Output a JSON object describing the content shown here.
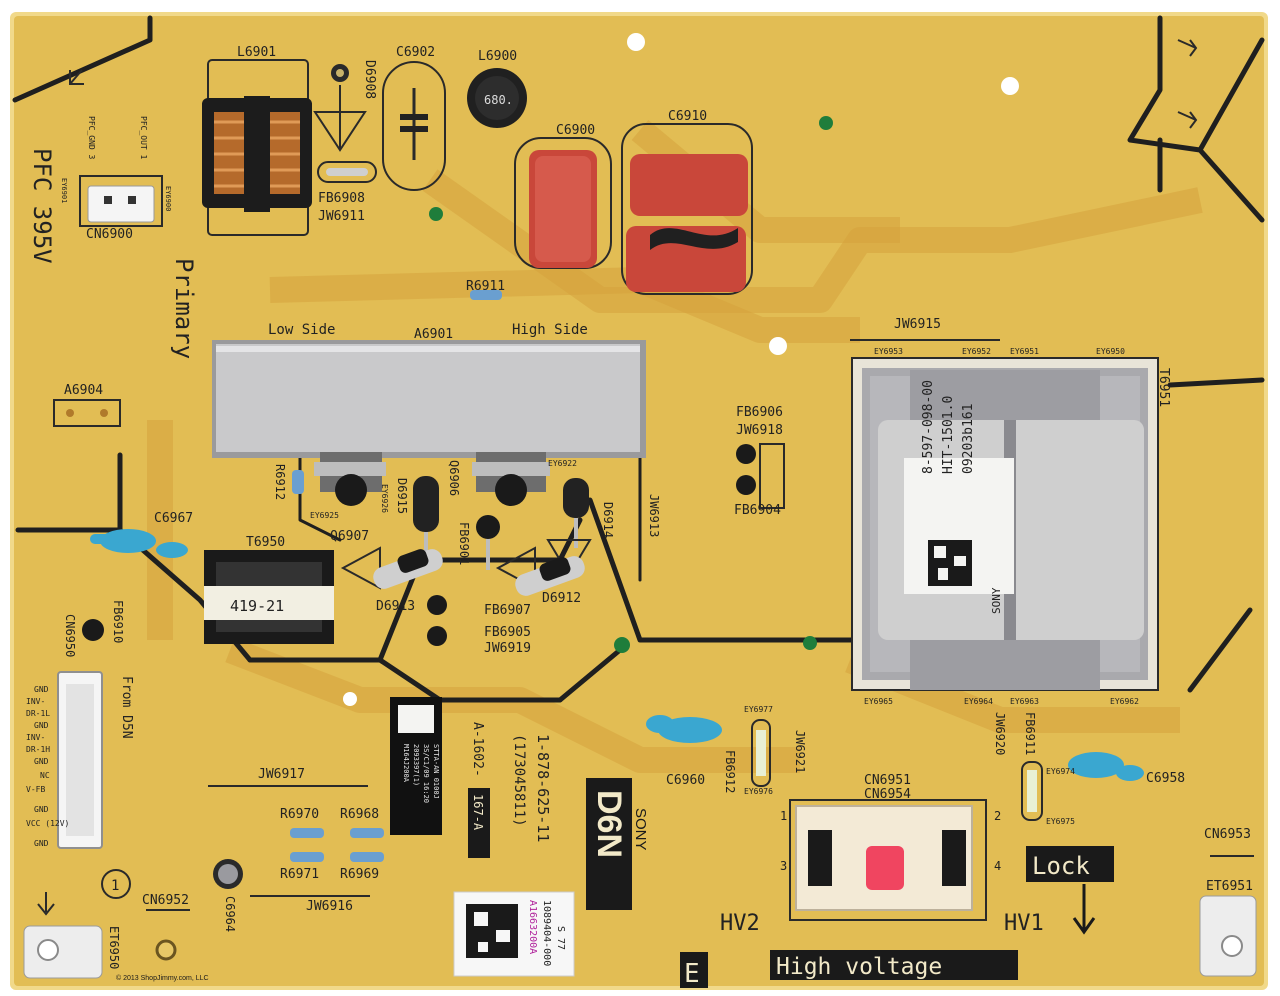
{
  "board": {
    "model_big": "D6N",
    "brand": "SONY",
    "part_number_1": "1-878-625-11",
    "part_number_2": "(173045811)",
    "assembly_prefix": "A-1602-",
    "assembly_suffix": "167-A",
    "sticker_code": "A1663200A",
    "sticker_serial": "1089404-000",
    "sticker_serial_suffix": "S 77",
    "copyright": "© 2013 ShopJimmy.com, LLC",
    "colors": {
      "board": "#e2bd54",
      "board_edge": "#f1d98a",
      "trace": "#1f1f1f",
      "heatsink": "#c9c9cb",
      "transformer_body": "#cfcfcf",
      "transformer_base": "#a9a9ad",
      "capacitor_film": "#c9473a",
      "capacitor_ceramic": "#3aa7d0"
    }
  },
  "silkscreen": {
    "pfc_395v": "PFC 395V",
    "primary": "Primary",
    "low_side": "Low Side",
    "high_side": "High Side",
    "from_d5n": "From D5N",
    "lock": "Lock",
    "high_voltage": "High voltage",
    "hv1": "HV1",
    "hv2": "HV2",
    "pfc_gnd": "PFC_GND 3",
    "pfc_out": "PFC_OUT 1",
    "pin_1": "1",
    "pin_2": "2",
    "pin_3": "3",
    "pin_4": "4",
    "e_mark": "E",
    "circle_one": "1"
  },
  "connector_pins": [
    "GND",
    "INV-",
    "DR-1L",
    "GND",
    "INV-",
    "DR-1H",
    "GND",
    "NC",
    "V-FB",
    "GND",
    "VCC (12V)",
    "GND"
  ],
  "components": {
    "L6901": "L6901",
    "D6908": "D6908",
    "C6902": "C6902",
    "L6900": "L6900",
    "L6900_marking": "680.",
    "C6900": "C6900",
    "C6910": "C6910",
    "FB6908": "FB6908",
    "JW6911": "JW6911",
    "CN6900": "CN6900",
    "EY6901": "EY6901",
    "EY6900": "EY6900",
    "R6911": "R6911",
    "A6901": "A6901",
    "JW6915": "JW6915",
    "A6904": "A6904",
    "T6951": "T6951",
    "EY6953": "EY6953",
    "EY6952": "EY6952",
    "EY6951": "EY6951",
    "EY6950": "EY6950",
    "FB6906": "FB6906",
    "JW6918": "JW6918",
    "FB6904": "FB6904",
    "R6912": "R6912",
    "EY6925": "EY6925",
    "EY6926": "EY6926",
    "EY6922": "EY6922",
    "D6915": "D6915",
    "Q6906": "Q6906",
    "Q6907": "Q6907",
    "FB6901": "FB6901",
    "D6914": "D6914",
    "JW6913": "JW6913",
    "C6967": "C6967",
    "T6950": "T6950",
    "T6950_marking": "419-21",
    "D6913": "D6913",
    "D6912": "D6912",
    "FB6907": "FB6907",
    "FB6905": "FB6905",
    "JW6919": "JW6919",
    "FB6910": "FB6910",
    "CN6950": "CN6950",
    "EY6965": "EY6965",
    "EY6964": "EY6964",
    "EY6963": "EY6963",
    "EY6962": "EY6962",
    "EY6977": "EY6977",
    "EY6976": "EY6976",
    "JW6921": "JW6921",
    "FB6912": "FB6912",
    "C6960": "C6960",
    "JW6920": "JW6920",
    "FB6911": "FB6911",
    "EY6974": "EY6974",
    "EY6975": "EY6975",
    "C6958": "C6958",
    "CN6951": "CN6951",
    "CN6954": "CN6954",
    "CN6953": "CN6953",
    "ET6951": "ET6951",
    "JW6917": "JW6917",
    "R6970": "R6970",
    "R6968": "R6968",
    "R6971": "R6971",
    "R6969": "R6969",
    "JW6916": "JW6916",
    "CN6952": "CN6952",
    "C6964": "C6964",
    "ET6950": "ET6950"
  },
  "transformer_label": {
    "line1": "8-597-098-00",
    "line2": "HIT-1501.0",
    "line3": "09203b161",
    "brand": "SONY"
  },
  "black_label": {
    "line1": "M164J200A",
    "line2": "2093397(1)",
    "line3": "3S/C1/09 16:20",
    "line4": "STTA-AN 0100J"
  }
}
